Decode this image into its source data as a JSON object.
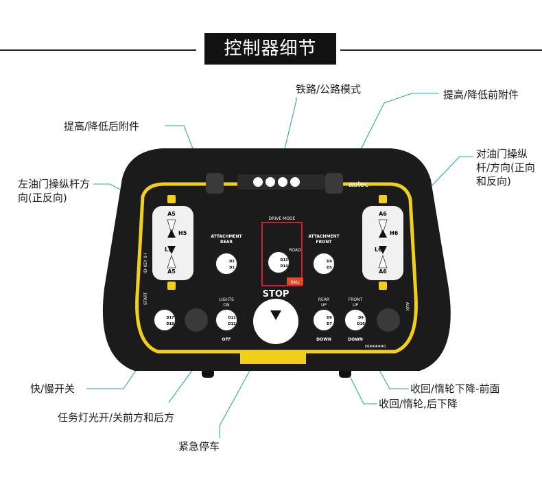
{
  "header": {
    "title": "控制器细节"
  },
  "callouts": {
    "rail_road_mode": "铁路/公路模式",
    "rear_attachment": "提高/降低后附件",
    "front_attachment": "提高/降低前附件",
    "left_throttle": "左油门操纵杆方向(正反向)",
    "right_throttle": "对油门操纵杆/方向(正向和反向)",
    "speed_switch": "快/慢开关",
    "work_lights": "任务灯光开/关前方和后方",
    "emergency_stop": "紧急停车",
    "front_bogie": "收回/惰轮下降-前面",
    "rear_bogie": "收回/惰轮,后下降"
  },
  "device": {
    "brand": "autec",
    "drive_mode_label": "DRIVE MODE",
    "road_label": "ROAD",
    "rail_label": "RAIL",
    "stop_label": "STOP",
    "attachment_rear": [
      "ATTACHMENT",
      "REAR"
    ],
    "attachment_front": [
      "ATTACHMENT",
      "FRONT"
    ],
    "lights": [
      "LIGHTS",
      "ON",
      "OFF"
    ],
    "rear_up": [
      "REAR",
      "UP",
      "DOWN"
    ],
    "front_up": [
      "FRONT",
      "UP",
      "DOWN"
    ],
    "left_lever": [
      "A5",
      "H5",
      "L5",
      "A5"
    ],
    "right_lever": [
      "A6",
      "H6",
      "L6",
      "A6"
    ],
    "switches": {
      "speed": [
        "D17",
        "D18"
      ],
      "lights": [
        "D11",
        "D12"
      ],
      "rear_attach": [
        "D2",
        "D3"
      ],
      "rail_road": [
        "D13",
        "D14"
      ],
      "front_attach": [
        "D4",
        "D5"
      ],
      "rear_bogie": [
        "D6",
        "D7"
      ],
      "front_bogie": [
        "D9",
        "D10"
      ]
    },
    "side_labels": [
      "ID-KEY 0-I",
      "START",
      "AUX"
    ],
    "serial": "P8#####0"
  },
  "colors": {
    "body": "#1b1b1b",
    "accent": "#f2cf1c",
    "drive_mode_box": "#d1212b"
  }
}
